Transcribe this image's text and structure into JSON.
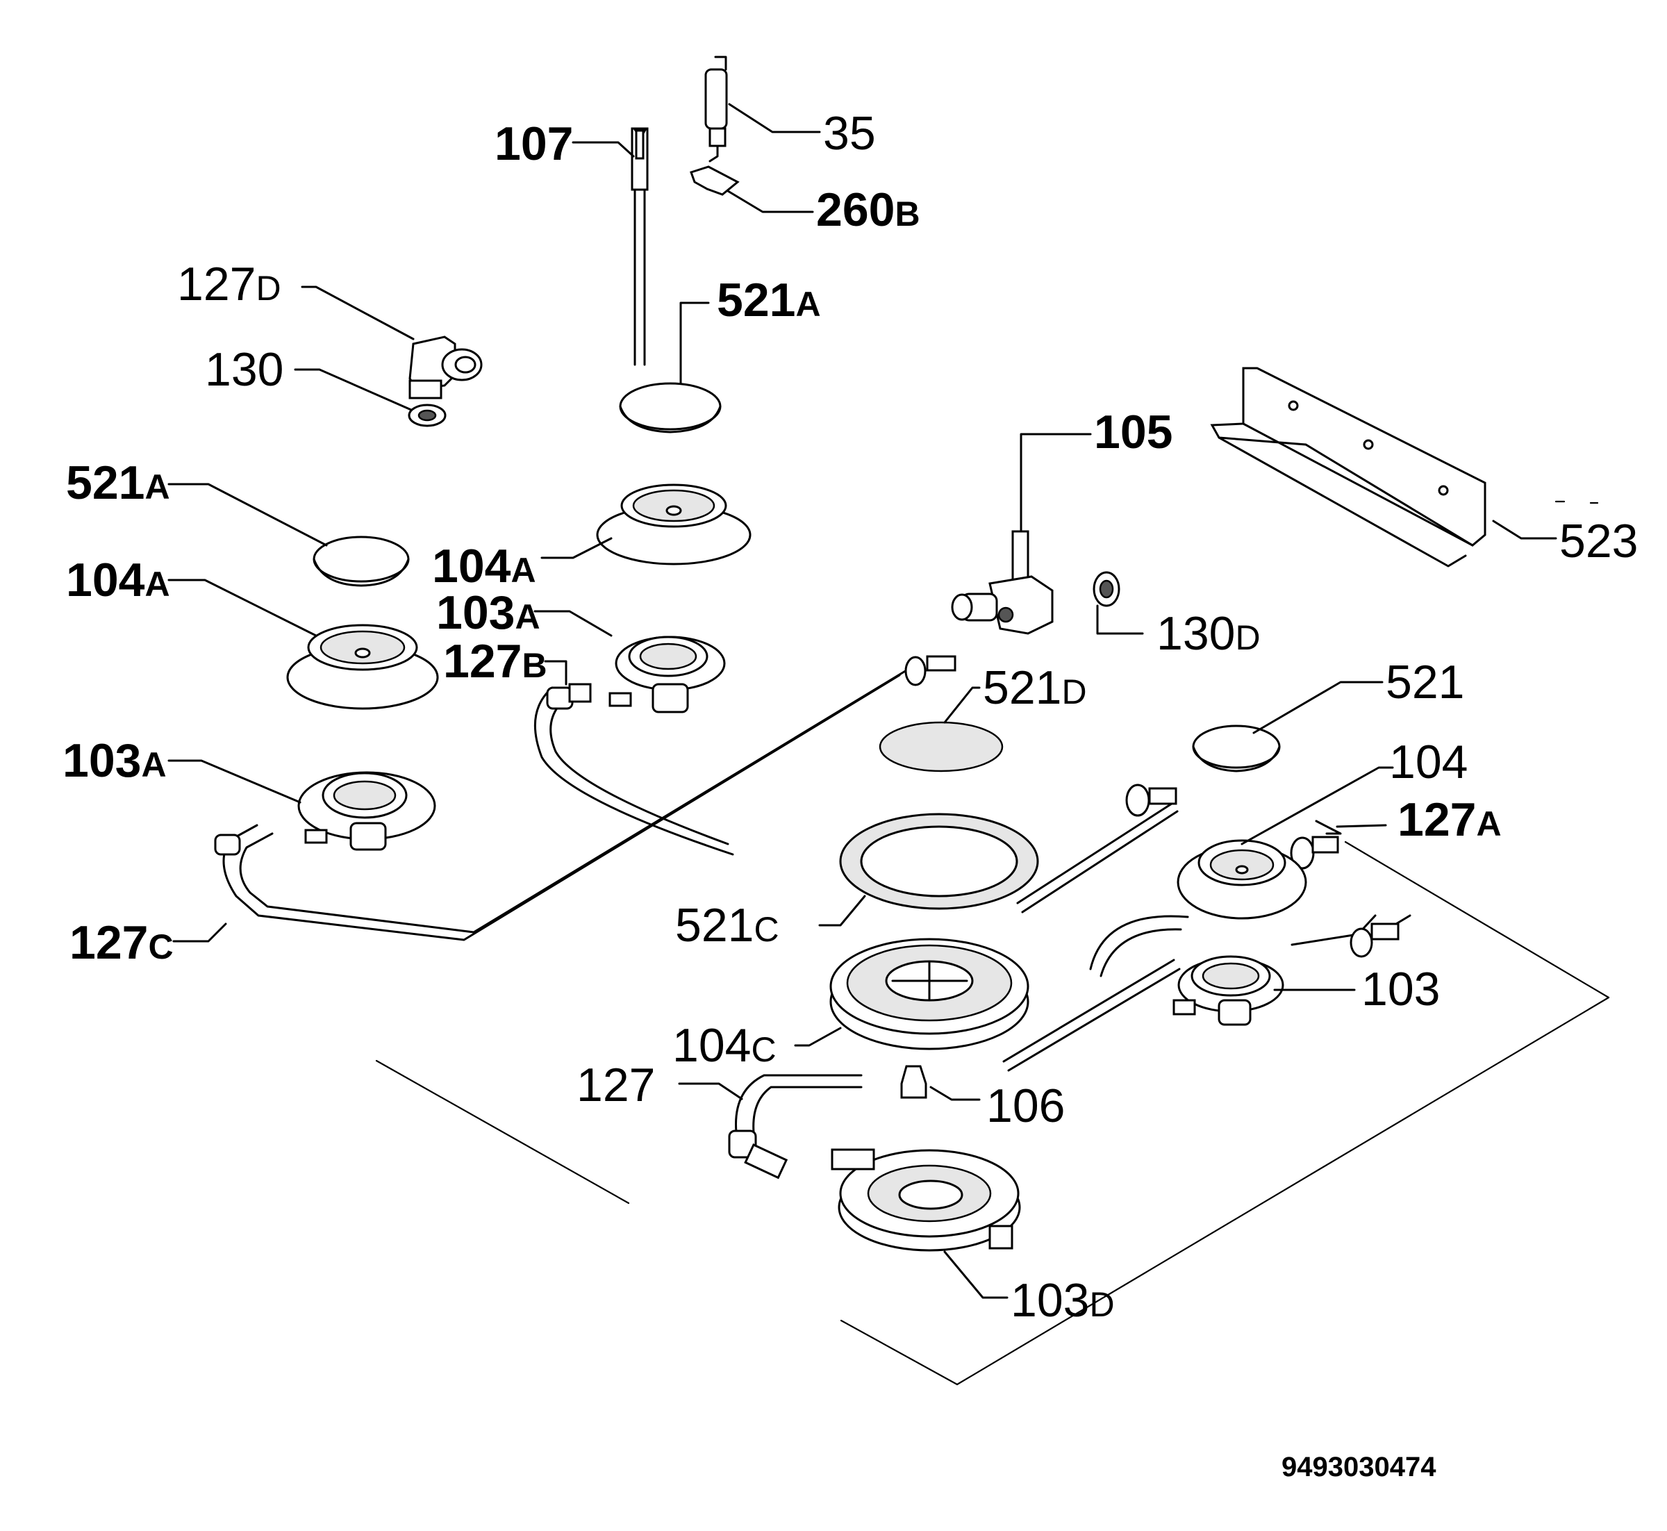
{
  "labels": {
    "p35": {
      "num": "35",
      "suf": ""
    },
    "p107": {
      "num": "107",
      "suf": ""
    },
    "p260b": {
      "num": "260",
      "suf": "B"
    },
    "p127d": {
      "num": "127",
      "suf": "D"
    },
    "p521a_top": {
      "num": "521",
      "suf": "A"
    },
    "p130": {
      "num": "130",
      "suf": ""
    },
    "p521a_left": {
      "num": "521",
      "suf": "A"
    },
    "p104a_mid": {
      "num": "104",
      "suf": "A"
    },
    "p105": {
      "num": "105",
      "suf": ""
    },
    "p523": {
      "num": "523",
      "suf": ""
    },
    "p104a_left": {
      "num": "104",
      "suf": "A"
    },
    "p103a_mid": {
      "num": "103",
      "suf": "A"
    },
    "p130d": {
      "num": "130",
      "suf": "D"
    },
    "p127b": {
      "num": "127",
      "suf": "B"
    },
    "p521d": {
      "num": "521",
      "suf": "D"
    },
    "p521": {
      "num": "521",
      "suf": ""
    },
    "p103a_left": {
      "num": "103",
      "suf": "A"
    },
    "p104": {
      "num": "104",
      "suf": ""
    },
    "p127a": {
      "num": "127",
      "suf": "A"
    },
    "p127c": {
      "num": "127",
      "suf": "C"
    },
    "p521c": {
      "num": "521",
      "suf": "C"
    },
    "p103": {
      "num": "103",
      "suf": ""
    },
    "p104c": {
      "num": "104",
      "suf": "C"
    },
    "p127": {
      "num": "127",
      "suf": ""
    },
    "p106": {
      "num": "106",
      "suf": ""
    },
    "p103d": {
      "num": "103",
      "suf": "D"
    }
  },
  "drawing_number": "9493030474",
  "colors": {
    "ink": "#000000",
    "paper": "#ffffff",
    "shade": "#e6e6e6"
  }
}
